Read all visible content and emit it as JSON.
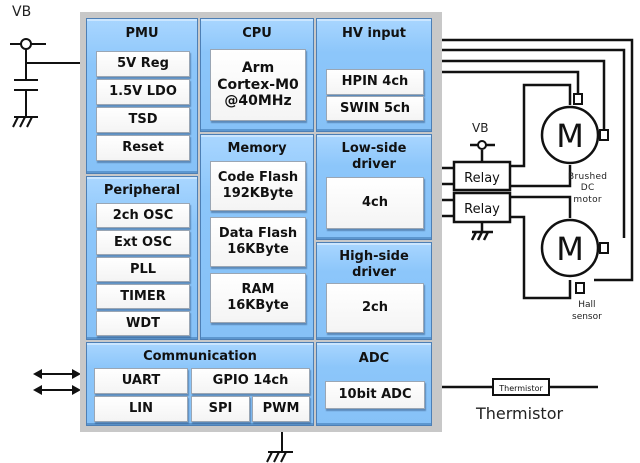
{
  "power": {
    "vb_label": "VB"
  },
  "blocks": {
    "pmu": {
      "title": "PMU",
      "items": [
        "5V Reg",
        "1.5V  LDO",
        "TSD",
        "Reset"
      ]
    },
    "cpu": {
      "title": "CPU",
      "core": "Arm\nCortex-M0\n@40MHz"
    },
    "hv_input": {
      "title": "HV input",
      "items": [
        "HPIN 4ch",
        "SWIN 5ch"
      ]
    },
    "peripheral": {
      "title": "Peripheral",
      "items": [
        "2ch OSC",
        "Ext OSC",
        "PLL",
        "TIMER",
        "WDT"
      ]
    },
    "memory": {
      "title": "Memory",
      "items": [
        "Code Flash\n192KByte",
        "Data Flash\n16KByte",
        "RAM\n16KByte"
      ]
    },
    "low_side": {
      "title": "Low-side\ndriver",
      "value": "4ch"
    },
    "high_side": {
      "title": "High-side\ndriver",
      "value": "2ch"
    },
    "communication": {
      "title": "Communication",
      "items": [
        "UART",
        "GPIO 14ch",
        "LIN",
        "SPI",
        "PWM"
      ]
    },
    "adc": {
      "title": "ADC",
      "value": "10bit ADC"
    }
  },
  "external": {
    "relay_vb_label": "VB",
    "relay_labels": [
      "Relay",
      "Relay"
    ],
    "motor_symbol": "M",
    "motor_label": "Brushed\nDC\nmotor",
    "hall_label": "Hall\nsensor",
    "thermistor_box": "Thermistor",
    "thermistor_label": "Thermistor"
  },
  "colors": {
    "block_blue": "#8cc6fa",
    "chip_gray": "#c8c8c8",
    "line": "#111111"
  }
}
